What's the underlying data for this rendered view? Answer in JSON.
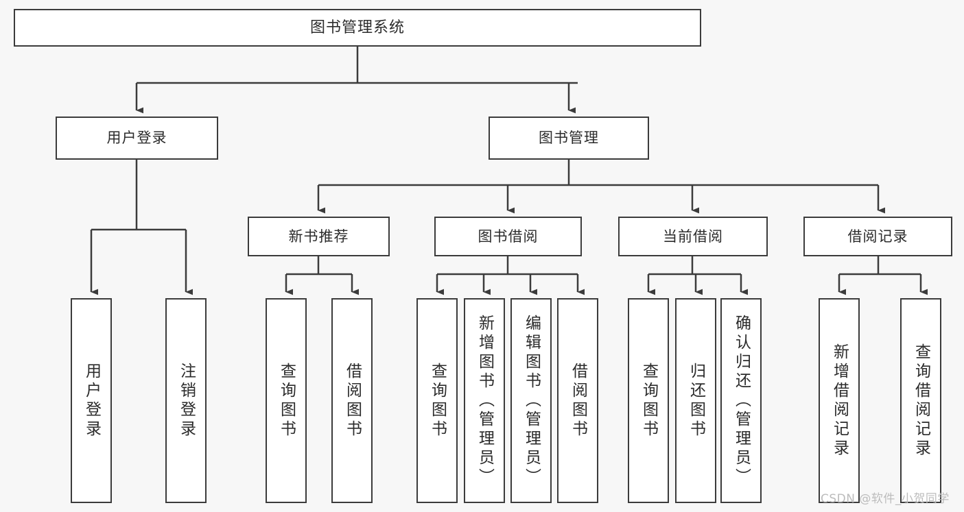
{
  "diagram": {
    "type": "tree-hierarchy-chart",
    "orientation": "top-down",
    "colors": {
      "background": "#f7f7f7",
      "box_fill": "#ffffff",
      "stroke": "#3b3b3b",
      "text": "#2b2b2b",
      "watermark": "#bcbcbc"
    },
    "root": {
      "label": "图书管理系统"
    },
    "level1": [
      {
        "label": "用户登录"
      },
      {
        "label": "图书管理"
      }
    ],
    "level2": [
      {
        "label": "新书推荐"
      },
      {
        "label": "图书借阅"
      },
      {
        "label": "当前借阅"
      },
      {
        "label": "借阅记录"
      }
    ],
    "leaves": {
      "user_login": [
        {
          "label": "用户登录"
        },
        {
          "label": "注销登录"
        }
      ],
      "new_book_recommend": [
        {
          "label": "查询图书"
        },
        {
          "label": "借阅图书"
        }
      ],
      "book_borrow": [
        {
          "label": "查询图书"
        },
        {
          "label": "新增图书（管理员）"
        },
        {
          "label": "编辑图书（管理员）"
        },
        {
          "label": "借阅图书"
        }
      ],
      "current_borrow": [
        {
          "label": "查询图书"
        },
        {
          "label": "归还图书"
        },
        {
          "label": "确认归还（管理员）"
        }
      ],
      "borrow_record": [
        {
          "label": "新增借阅记录"
        },
        {
          "label": "查询借阅记录"
        }
      ]
    }
  },
  "watermark": {
    "text": "CSDN @软件_小贺同学"
  }
}
